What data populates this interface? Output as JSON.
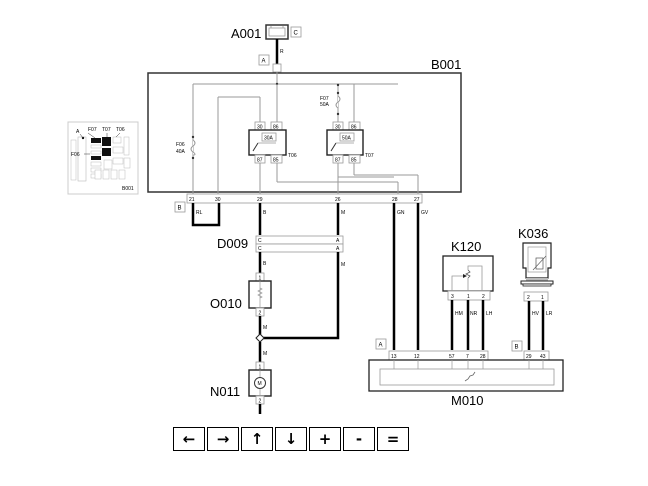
{
  "components": {
    "A001": {
      "label": "A001",
      "connector": "C"
    },
    "B001": {
      "label": "B001",
      "inset_label": "B001",
      "inset_items": [
        "A",
        "F07",
        "T07",
        "T06",
        "F06"
      ]
    },
    "D009": {
      "label": "D009",
      "pins_left": [
        "C",
        "C"
      ],
      "pins_right": [
        "A",
        "A"
      ]
    },
    "O010": {
      "label": "O010",
      "pins": [
        "1",
        "2"
      ]
    },
    "N011": {
      "label": "N011",
      "pins": [
        "1",
        "2"
      ],
      "symbol": "M"
    },
    "K120": {
      "label": "K120",
      "pins": [
        "3",
        "1",
        "2"
      ]
    },
    "K036": {
      "label": "K036",
      "pins": [
        "2",
        "1"
      ]
    },
    "M010": {
      "label": "M010"
    }
  },
  "relays": {
    "T06": {
      "label": "T06",
      "rating": "30A",
      "pins": [
        "30",
        "86",
        "87",
        "85"
      ]
    },
    "T07": {
      "label": "T07",
      "rating": "50A",
      "pins": [
        "30",
        "86",
        "87",
        "85"
      ]
    }
  },
  "fuses": {
    "F06": {
      "label": "F06",
      "rating": "40A"
    },
    "F07": {
      "label": "F07",
      "rating": "50A"
    }
  },
  "connectors": {
    "A": "A",
    "B": "B"
  },
  "b001_pins": [
    "21",
    "30",
    "29",
    "26",
    "28",
    "27"
  ],
  "m010_pins_a": [
    "13",
    "12",
    "57",
    "7",
    "28"
  ],
  "m010_pins_b": [
    "29",
    "43"
  ],
  "wires": {
    "a001_b001": "R",
    "rl": "RL",
    "p29": "B",
    "p26": "M",
    "p28": "GN",
    "p27": "GV",
    "d009_o010": "B",
    "d009_m": "M",
    "o010_junction": "M",
    "junction_n011": "M",
    "k120_3": "HM",
    "k120_1": "NR",
    "k120_2": "LH",
    "k036_2": "HV",
    "k036_1": "LR"
  },
  "nav": {
    "left": "←",
    "right": "→",
    "up": "↑",
    "down": "↓",
    "plus": "+",
    "minus": "-",
    "equals": "="
  }
}
